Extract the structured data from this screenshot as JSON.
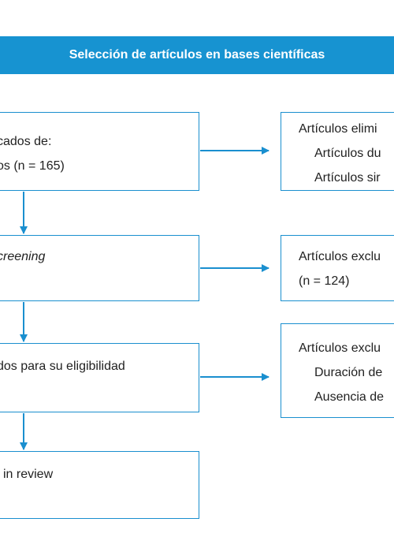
{
  "header": {
    "title": "Selección de artículos en bases científicas"
  },
  "left_boxes": [
    {
      "lines": [
        "cados de:",
        "os (n = 165)"
      ]
    },
    {
      "lines": [
        "creening"
      ]
    },
    {
      "lines": [
        "dos para su eligibilidad"
      ]
    },
    {
      "lines": [
        "l in review"
      ]
    }
  ],
  "right_boxes": [
    {
      "lines": [
        "Artículos elimi",
        "Artículos du",
        "Artículos sir"
      ]
    },
    {
      "lines": [
        "Artículos exclu",
        "(n = 124)"
      ]
    },
    {
      "lines": [
        "Artículos exclu",
        "Duración de",
        "Ausencia de"
      ]
    }
  ],
  "colors": {
    "accent": "#1793d1",
    "border": "#1a8fcf",
    "text": "#222222"
  }
}
